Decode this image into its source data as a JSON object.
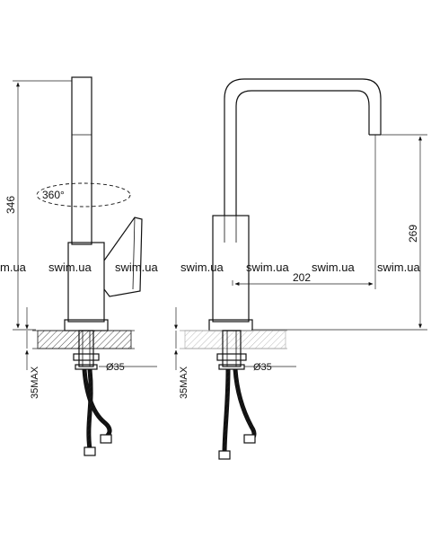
{
  "dimensions": {
    "height_left": "346",
    "rotation": "360°",
    "max_height_left": "35MAX",
    "diameter_left": "Ø35",
    "height_right": "269",
    "reach_right": "202",
    "max_height_right": "35MAX",
    "diameter_right": "Ø35"
  },
  "watermark": {
    "text": [
      "m.ua",
      "swim.ua",
      "swim.ua",
      "swim.ua",
      "swim.ua",
      "swim.ua",
      "swim.ua"
    ]
  },
  "colors": {
    "line": "#111111",
    "ground_hatch": "#9a9a9a"
  }
}
